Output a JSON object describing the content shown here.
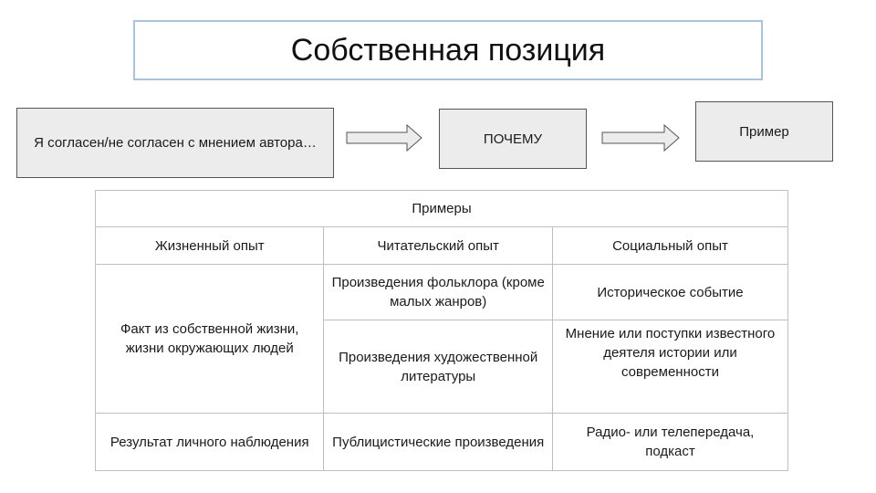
{
  "title": "Собственная позиция",
  "flow": {
    "step1": "Я согласен/не согласен с мнением автора…",
    "step2": "ПОЧЕМУ",
    "step3": "Пример"
  },
  "table": {
    "header": "Примеры",
    "columns": [
      "Жизненный опыт",
      "Читательский опыт",
      "Социальный опыт"
    ],
    "life_fact": "Факт из собственной жизни, жизни окружающих людей",
    "folklore": "Произведения фольклора (кроме малых жанров)",
    "historical_event": "Историческое событие",
    "fiction": "Произведения художественной литературы",
    "famous_person": "Мнение или поступки известного деятеля истории или современности",
    "observation": "Результат личного наблюдения",
    "publicistic": "Публицистические произведения",
    "radio": "Радио- или телепередача, подкаст"
  },
  "colors": {
    "title_border": "#a9c4de",
    "box_fill": "#ececec",
    "box_border": "#555555",
    "table_border": "#bfbfbf"
  }
}
